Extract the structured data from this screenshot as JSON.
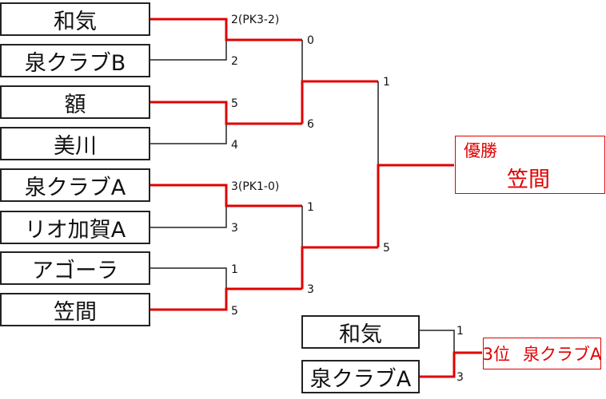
{
  "teams": {
    "t1": "和気",
    "t2": "泉クラブB",
    "t3": "額",
    "t4": "美川",
    "t5": "泉クラブA",
    "t6": "リオ加賀A",
    "t7": "アゴーラ",
    "t8": "笠間",
    "p1": "和気",
    "p2": "泉クラブA"
  },
  "scores": {
    "r1m1_top": "2(PK3-2)",
    "r1m1_bot": "2",
    "r1m2_top": "5",
    "r1m2_bot": "4",
    "r1m3_top": "3(PK1-0)",
    "r1m3_bot": "3",
    "r1m4_top": "1",
    "r1m4_bot": "5",
    "sf1_top": "0",
    "sf1_bot": "6",
    "sf2_top": "1",
    "sf2_bot": "3",
    "final_top": "1",
    "final_bot": "5",
    "third_top": "1",
    "third_bot": "3"
  },
  "champion": {
    "title": "優勝",
    "name": "笠間"
  },
  "third_place": {
    "rank": "3位",
    "name": "泉クラブA"
  },
  "colors": {
    "line": "#222222",
    "winner": "#e00000"
  }
}
